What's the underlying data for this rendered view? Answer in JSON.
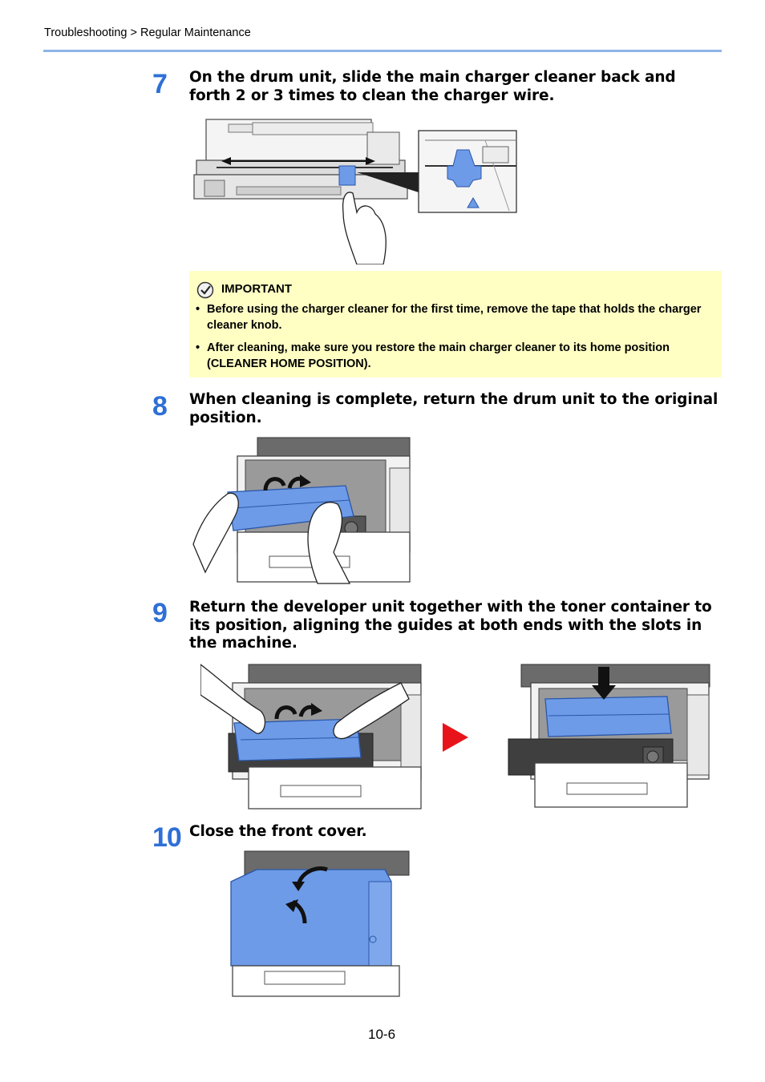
{
  "header": {
    "breadcrumb": "Troubleshooting > Regular Maintenance"
  },
  "steps": [
    {
      "number": "7",
      "text": "On the drum unit, slide the main charger cleaner back and forth 2 or 3 times to clean the charger wire."
    },
    {
      "number": "8",
      "text": "When cleaning is complete, return the drum unit to the original position."
    },
    {
      "number": "9",
      "text": "Return the developer unit together with the toner container to its position, aligning the guides at both ends with the slots in the machine."
    },
    {
      "number": "10",
      "text": "Close the front cover."
    }
  ],
  "important": {
    "title": "IMPORTANT",
    "icon": "check-circle-icon",
    "bullets": [
      "Before using the charger cleaner for the first time, remove the tape that holds the charger cleaner knob.",
      "After cleaning, make sure you restore the main charger cleaner to its home position (CLEANER HOME POSITION)."
    ]
  },
  "footer": {
    "page_number": "10-6"
  },
  "colors": {
    "accent_blue": "#2f6fd6",
    "header_rule": "#8fb4e8",
    "important_bg": "#ffffc4",
    "part_blue": "#6d9be8",
    "arrow_red": "#e8141c"
  }
}
